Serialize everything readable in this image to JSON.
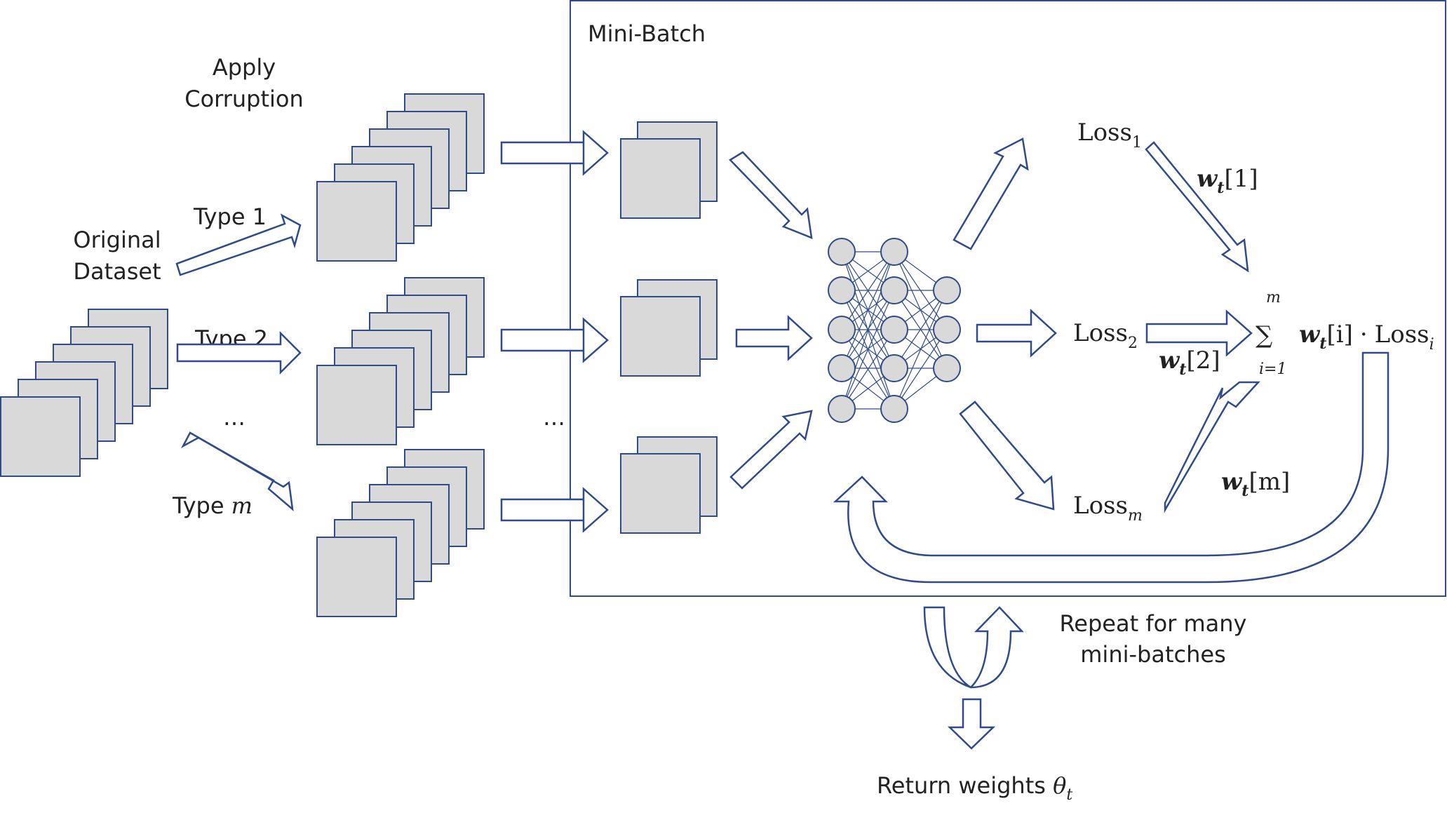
{
  "mini_batch_label": "Mini-Batch",
  "apply_corruption": [
    "Apply",
    "Corruption"
  ],
  "original_dataset": [
    "Original",
    "Dataset"
  ],
  "corruption_types": [
    {
      "text": "Type 1",
      "italic": ""
    },
    {
      "text": "Type 2",
      "italic": ""
    },
    {
      "text": "Type ",
      "italic": "m"
    }
  ],
  "ellipsis": "…",
  "losses": [
    {
      "base": "Loss",
      "sub": "1",
      "sub_italic": false
    },
    {
      "base": "Loss",
      "sub": "2",
      "sub_italic": false
    },
    {
      "base": "Loss",
      "sub": "m",
      "sub_italic": true
    }
  ],
  "weights": [
    {
      "w": "w",
      "t": "t",
      "idx": "[1]",
      "idx_italic": false
    },
    {
      "w": "w",
      "t": "t",
      "idx": "[2]",
      "idx_italic": false
    },
    {
      "w": "w",
      "t": "t",
      "idx": "[m]",
      "idx_italic": true
    }
  ],
  "sum_formula": {
    "sigma": "∑",
    "upper": "m",
    "lower": "i=1",
    "w": "w",
    "t": "t",
    "idx": "[i]",
    "dot": "·",
    "loss": "Loss",
    "loss_sub": "i"
  },
  "repeat_text": [
    "Repeat for many",
    "mini-batches"
  ],
  "return_text": {
    "text": "Return weights ",
    "theta": "θ",
    "sub": "t"
  },
  "colors": {
    "stroke": "#2f4b8a",
    "card_fill": "#d9d9d9",
    "text": "#222222"
  }
}
